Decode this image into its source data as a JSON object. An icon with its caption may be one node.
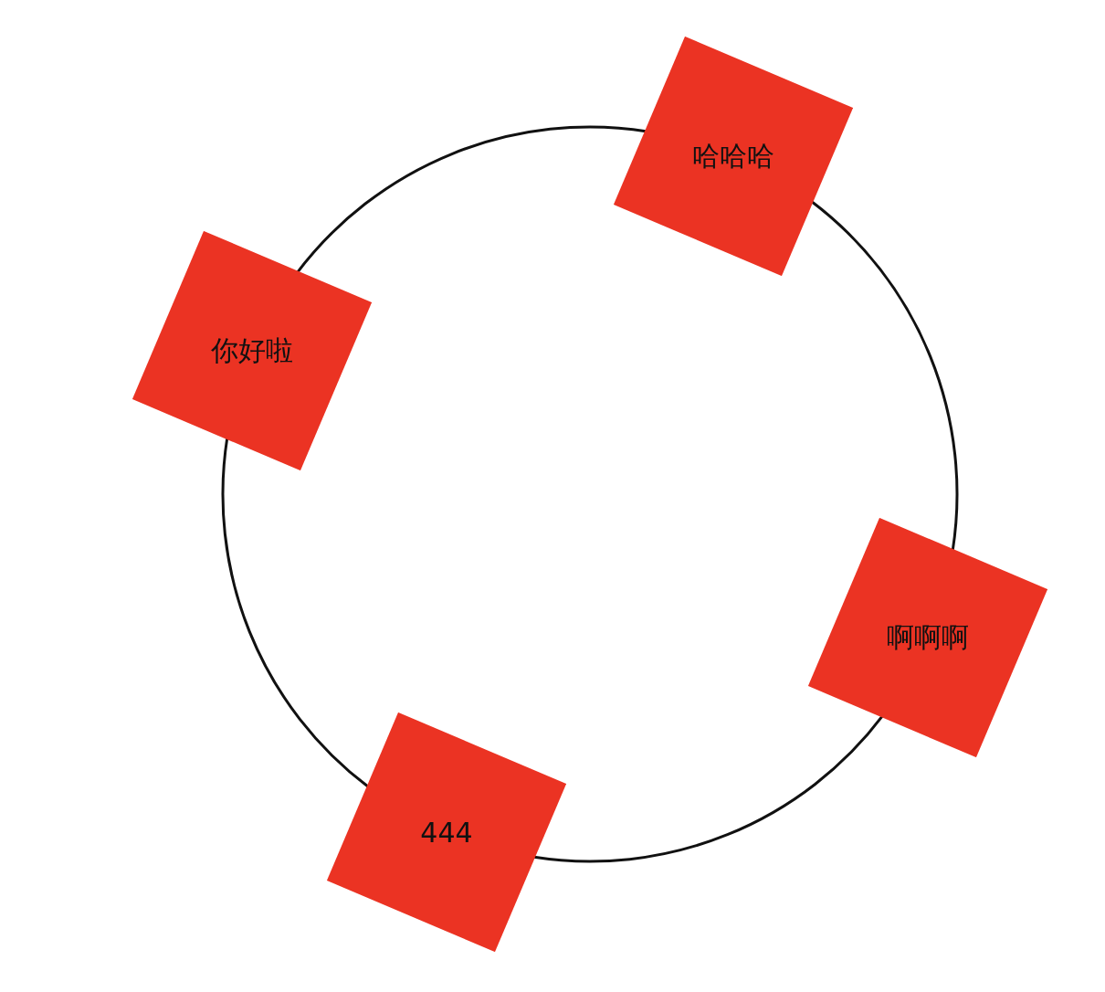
{
  "diagram": {
    "nodes": [
      {
        "text": [
          "哈哈哈"
        ]
      },
      {
        "text": [
          "你好啦"
        ]
      },
      {
        "text": [
          "啊啊啊"
        ]
      },
      {
        "text": [
          "444"
        ]
      }
    ],
    "edges": [
      {
        "from": 0,
        "to": 2,
        "arrow": "none"
      },
      {
        "from": 2,
        "to": 3,
        "arrow": "none"
      },
      {
        "from": 3,
        "to": 1,
        "arrow": "none"
      },
      {
        "from": 1,
        "to": 0,
        "arrow": "none"
      }
    ]
  }
}
